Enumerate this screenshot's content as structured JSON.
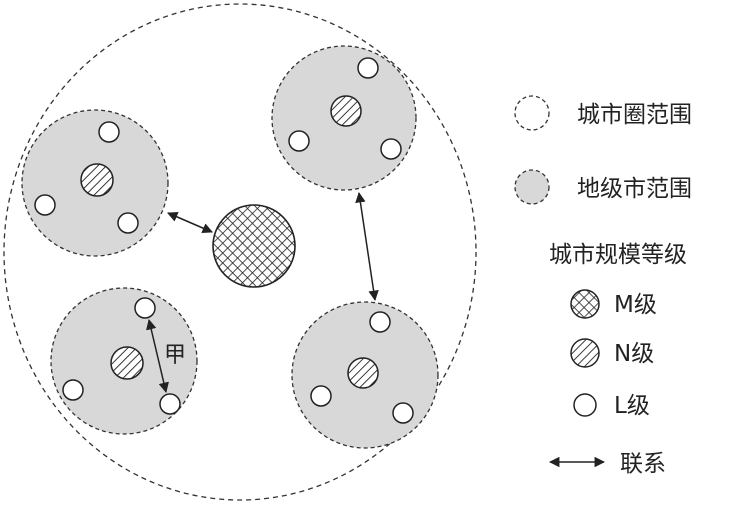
{
  "diagram": {
    "label_jia": "甲"
  },
  "legend": {
    "items": [
      {
        "key": "city_circle",
        "label": "城市圈范围"
      },
      {
        "key": "prefecture",
        "label": "地级市范围"
      },
      {
        "key": "scale_heading",
        "label": "城市规模等级"
      },
      {
        "key": "level_m",
        "label": "M级"
      },
      {
        "key": "level_n",
        "label": "N级"
      },
      {
        "key": "level_l",
        "label": "L级"
      },
      {
        "key": "link",
        "label": "联系"
      }
    ]
  },
  "colors": {
    "region_fill": "#d8d8d8",
    "stroke": "#333333",
    "background": "#ffffff"
  }
}
